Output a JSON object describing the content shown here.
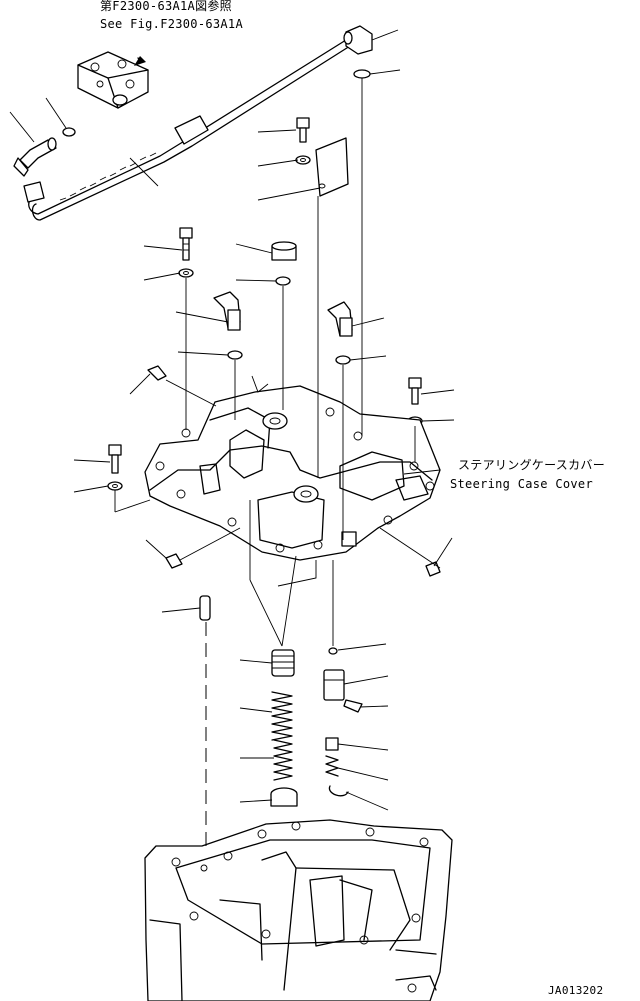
{
  "reference_note": {
    "japanese": "第F2300-63A1A図参照",
    "english": "See Fig.F2300-63A1A"
  },
  "callout": {
    "japanese": "ステアリングケースカバー",
    "english": "Steering Case Cover"
  },
  "figure_code": "JA013202"
}
